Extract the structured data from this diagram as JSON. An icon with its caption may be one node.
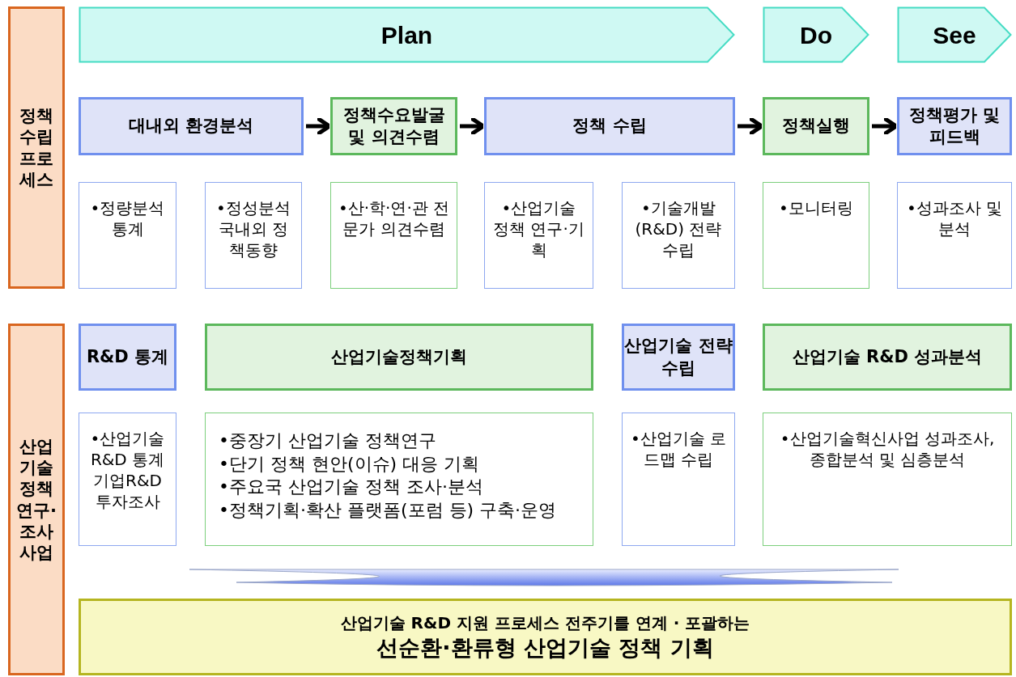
{
  "diagram": {
    "nodes": [
      {
        "text": [
          "Plan"
        ]
      },
      {
        "text": [
          "Do"
        ]
      },
      {
        "text": [
          "See"
        ]
      },
      {
        "text": [
          "정책수립프로세스"
        ]
      },
      {
        "text": [
          "대내외 환경분석"
        ]
      },
      {
        "text": [
          "정책수요발굴 및 의견수렴"
        ]
      },
      {
        "text": [
          "정책 수립"
        ]
      },
      {
        "text": [
          "정책실행"
        ]
      },
      {
        "text": [
          "정책평가 및 피드백"
        ]
      },
      {
        "text": [
          "•정량분석 통계"
        ]
      },
      {
        "text": [
          "•정성분석 국내외 정책동향"
        ]
      },
      {
        "text": [
          "•산·학·연·관 전문가 의견수렴"
        ]
      },
      {
        "text": [
          "•산업기술 정책 연구·기획"
        ]
      },
      {
        "text": [
          "•기술개발 (R&D) 전략 수립"
        ]
      },
      {
        "text": [
          "•모니터링"
        ]
      },
      {
        "text": [
          "•성과조사 및 분석"
        ]
      },
      {
        "text": [
          "산업기술정책 연구·조사사업"
        ]
      },
      {
        "text": [
          "R&D 통계"
        ]
      },
      {
        "text": [
          "산업기술정책기획"
        ]
      },
      {
        "text": [
          "산업기술 전략수립"
        ]
      },
      {
        "text": [
          "산업기술 R&D 성과분석"
        ]
      },
      {
        "text": [
          "•산업기술 R&D 통계 기업R&D 투자조사"
        ]
      },
      {
        "text": [
          "•중장기 산업기술 정책연구",
          "•단기 정책 현안(이슈) 대응 기획",
          "•주요국 산업기술 정책 조사·분석",
          "•정책기획·확산 플랫폼(포럼 등) 구축·운영"
        ]
      },
      {
        "text": [
          "•산업기술 로드맵 수립"
        ]
      },
      {
        "text": [
          "•산업기술혁신사업 성과조사, 종합분석 및 심층분석"
        ]
      },
      {
        "text": [],
        "shape": "bar"
      },
      {
        "text": [
          "산업기술 R&D 지원 프로세스 전주기를 연계 · 포괄하는",
          "선순환·환류형 산업기술 정책 기획"
        ]
      }
    ],
    "edges": [
      {
        "from": 4,
        "to": 5,
        "arrow": "to"
      },
      {
        "from": 5,
        "to": 6,
        "arrow": "to"
      },
      {
        "from": 6,
        "to": 7,
        "arrow": "to"
      },
      {
        "from": 7,
        "to": 8,
        "arrow": "to"
      }
    ]
  }
}
